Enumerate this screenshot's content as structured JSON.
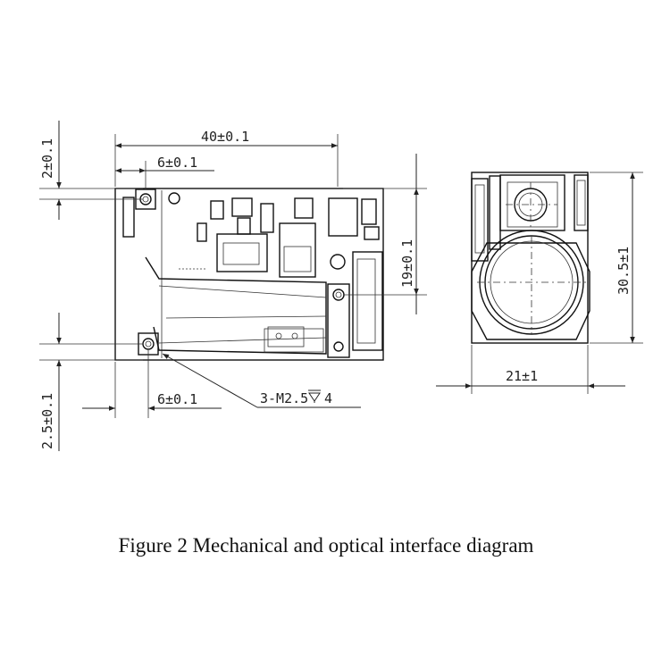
{
  "dimensions": {
    "width_overall": "40±0.1",
    "top_hole_offset": "6±0.1",
    "left_top_offset": "2±0.1",
    "hole_spacing_vertical": "19±0.1",
    "left_bottom_offset": "2.5±0.1",
    "bottom_hole_offset": "6±0.1",
    "screw_holes": "3-M2.5",
    "screw_depth": "4",
    "side_height": "30.5±1",
    "side_width": "21±1"
  },
  "caption": "Figure 2 Mechanical and optical interface diagram"
}
